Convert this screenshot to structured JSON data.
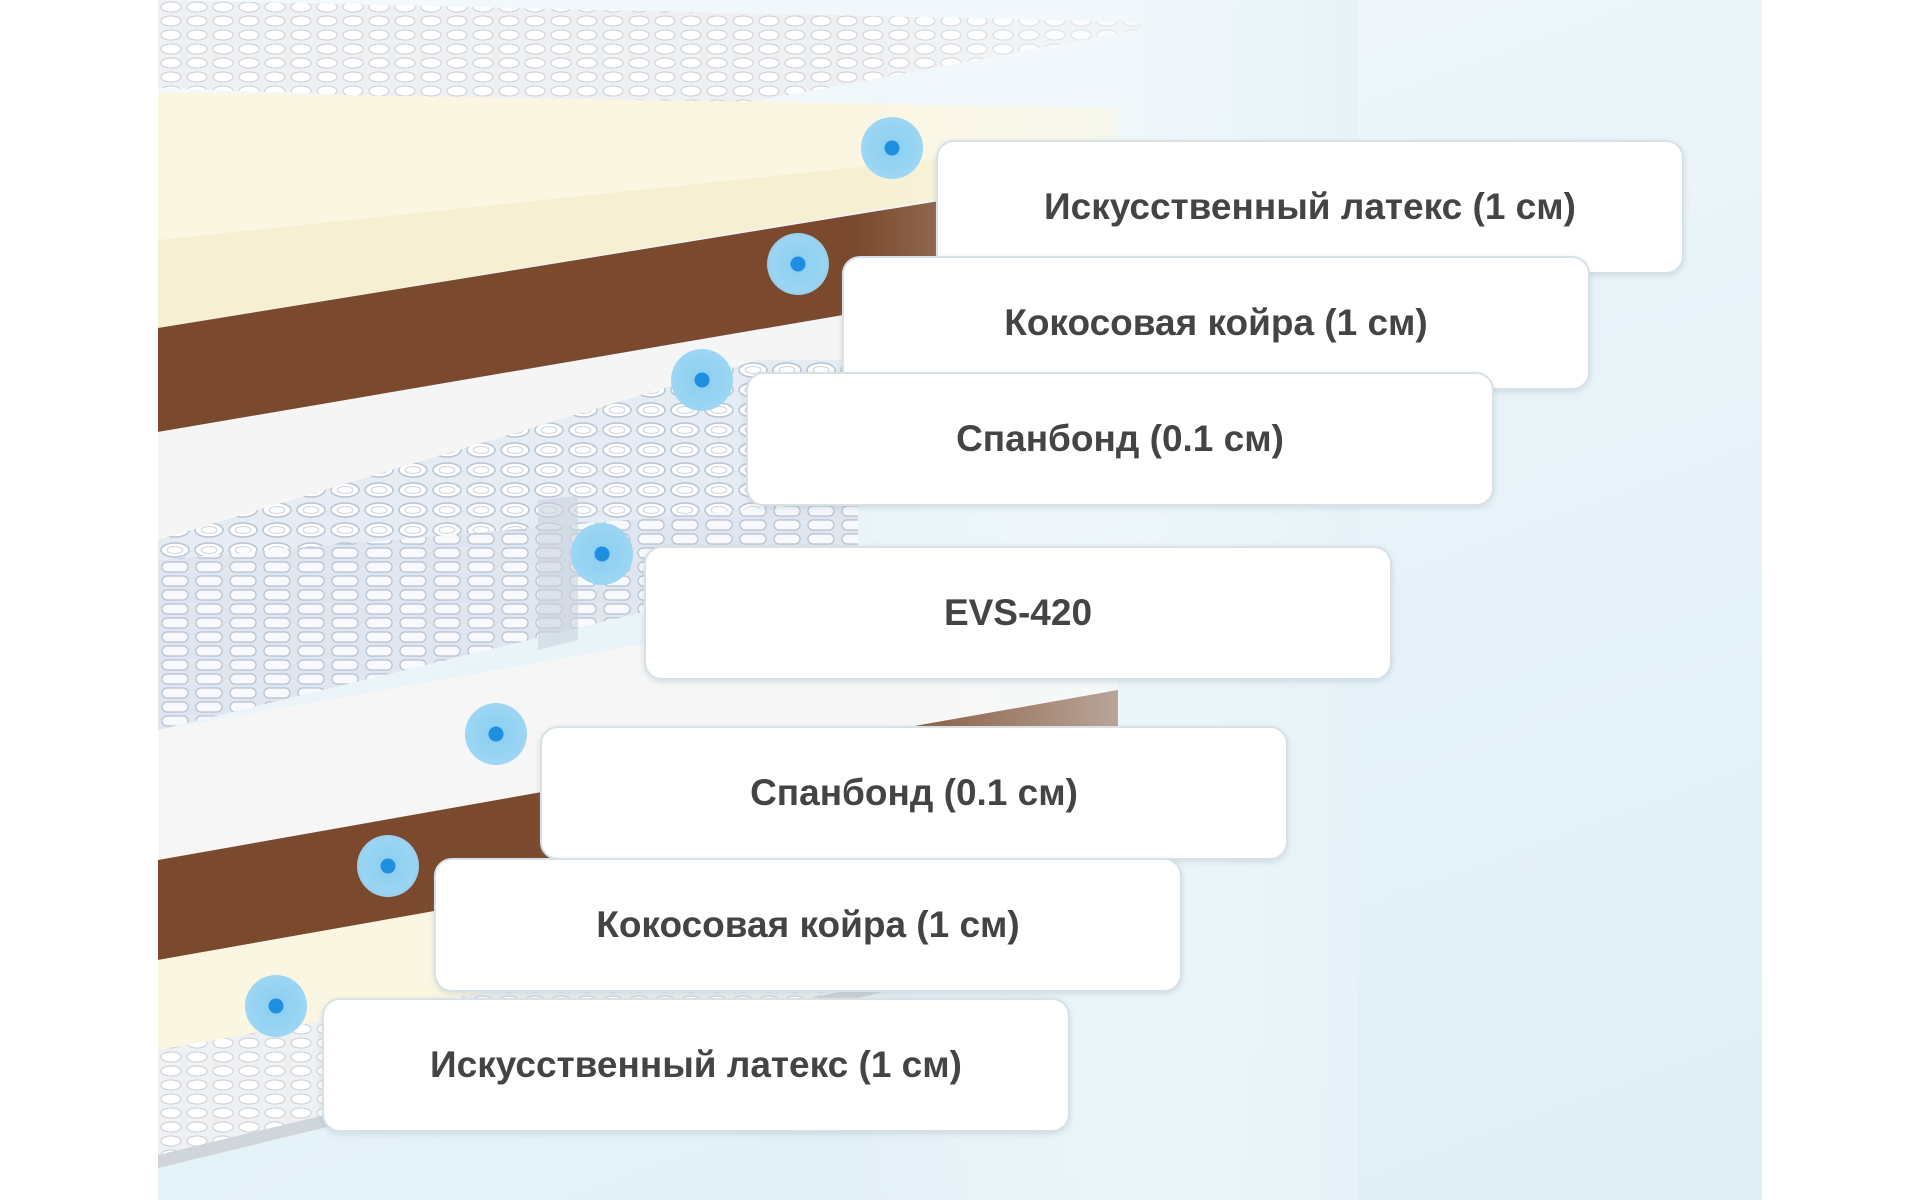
{
  "layers": [
    {
      "label": "Искусственный латекс (1 см)"
    },
    {
      "label": "Кокосовая койра (1 см)"
    },
    {
      "label": "Спанбонд (0.1 см)"
    },
    {
      "label": "EVS-420"
    },
    {
      "label": "Спанбонд (0.1 см)"
    },
    {
      "label": "Кокосовая койра (1 см)"
    },
    {
      "label": "Искусственный латекс (1 см)"
    }
  ],
  "colors": {
    "latex": "#fbf6e2",
    "coir": "#7b4a2e",
    "spunbond": "#f3f3f3",
    "springs": "#dfe6f0",
    "marker": "#1e8fe0",
    "label_text": "#444444"
  }
}
